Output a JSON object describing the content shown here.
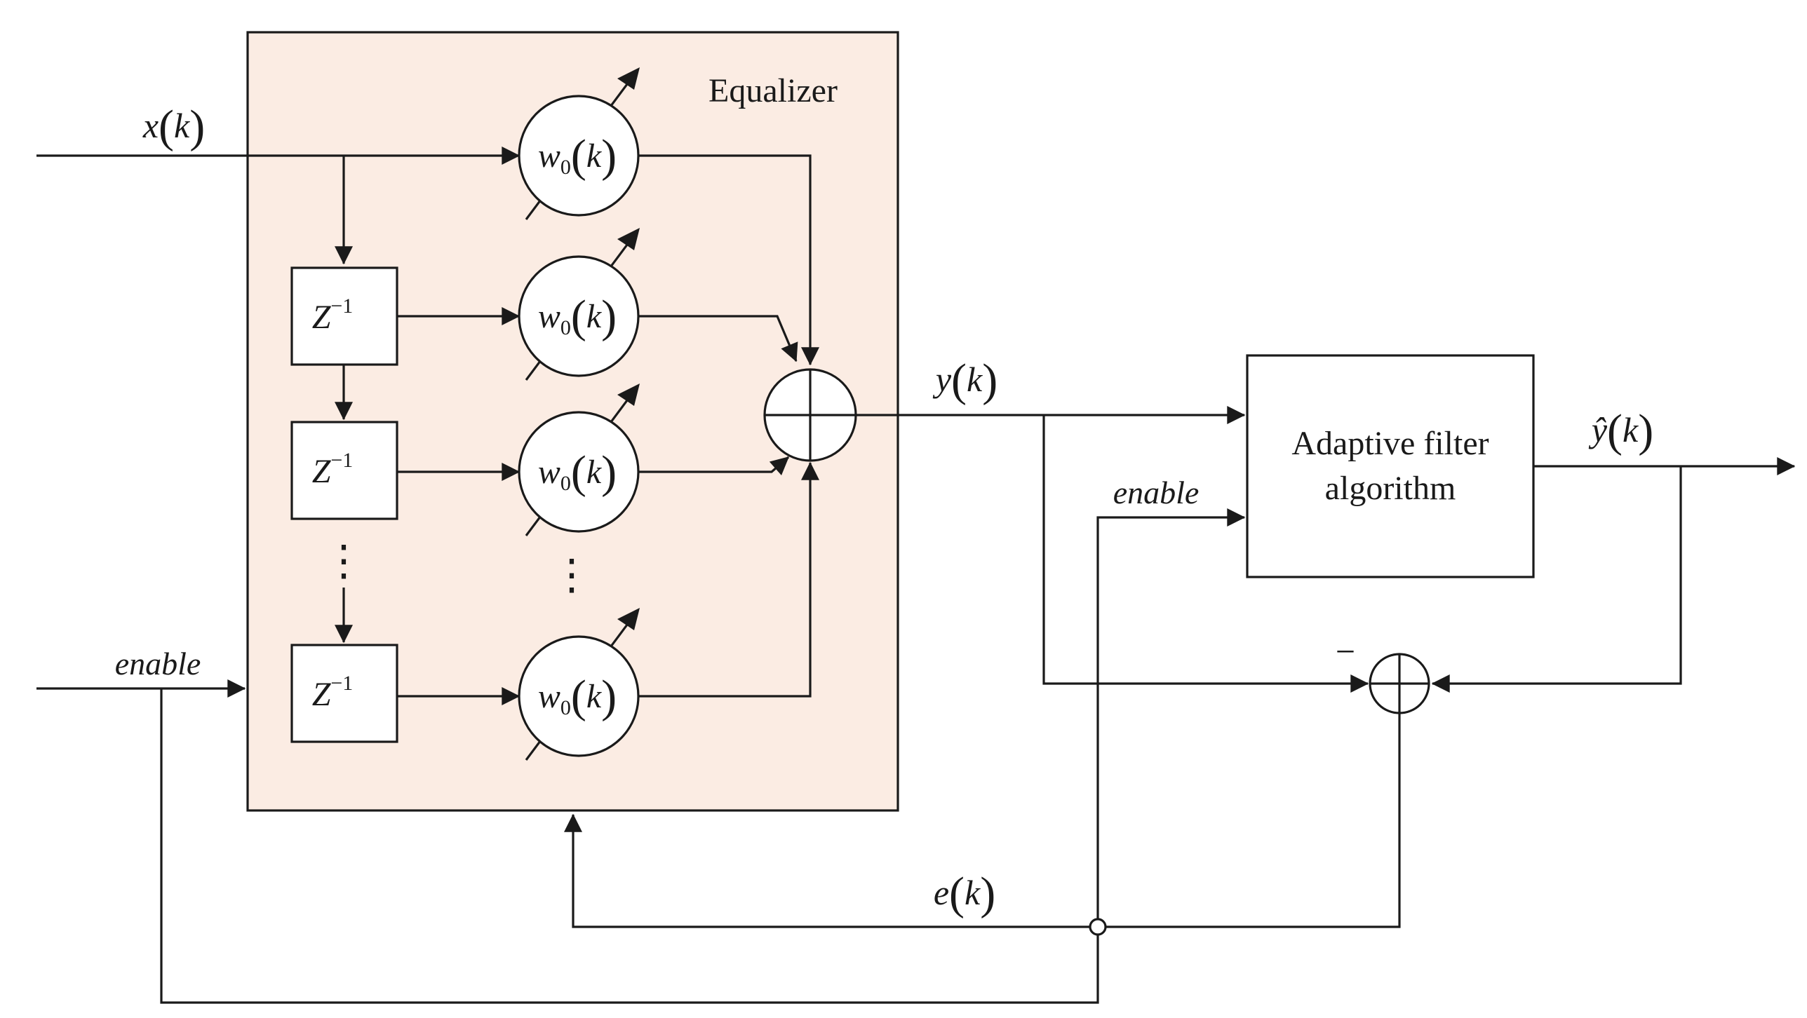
{
  "diagram": {
    "equalizer_label": "Equalizer",
    "input_label_var": "x",
    "input_label_arg": "k",
    "enable_left": "enable",
    "enable_right": "enable",
    "output_y_var": "y",
    "output_y_arg": "k",
    "output_yhat_var": "ŷ",
    "output_yhat_arg": "k",
    "error_var": "e",
    "error_arg": "k",
    "delay_label_base": "Z",
    "delay_label_exp": "−1",
    "weight_var": "w",
    "weight_sub": "0",
    "weight_arg": "k",
    "adaptive_line1": "Adaptive filter",
    "adaptive_line2": "algorithm",
    "minus_sign": "−",
    "dots": "⋮"
  },
  "colors": {
    "equalizer_fill": "#fbece3",
    "stroke": "#1a1a1a",
    "background": "#ffffff"
  }
}
